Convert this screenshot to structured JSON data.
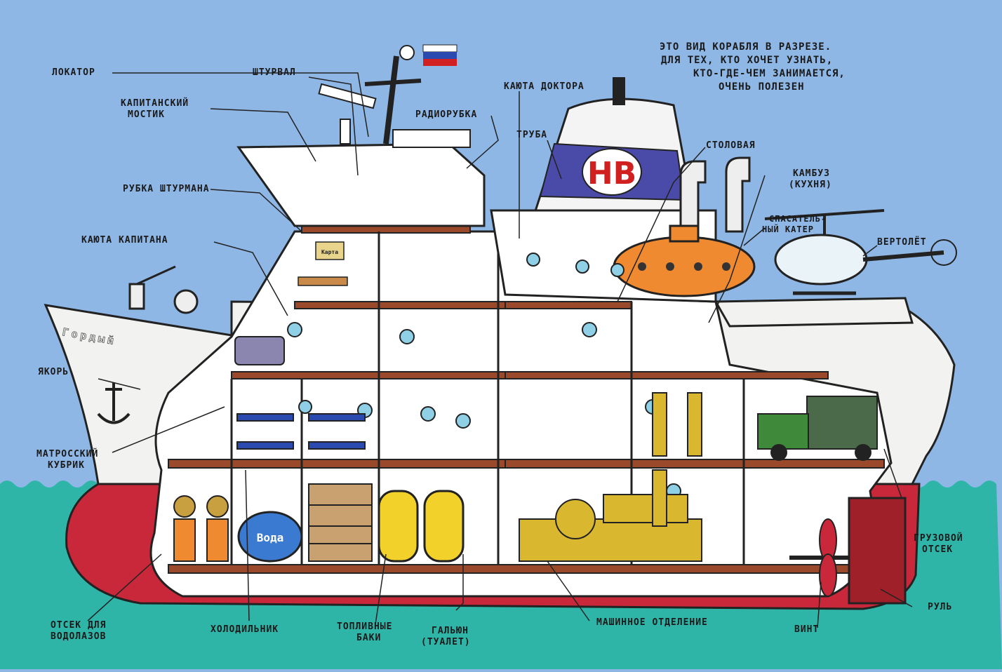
{
  "caption": {
    "line1": "Это вид корабля в разрезе.",
    "line2": "Для тех, кто хочет узнать,",
    "line3": "кто-где-чем занимается,",
    "line4": "очень полезен"
  },
  "ship": {
    "name": "Гордый",
    "funnel_logo": "НВ",
    "water_tank_label": "Вода",
    "chart_sign": "Карта"
  },
  "labels": {
    "locator": "Локатор",
    "wheel": "Штурвал",
    "bridge_1": "Капитанский",
    "bridge_2": "мостик",
    "radio_room": "Радиорубка",
    "navigator_room": "Рубка штурмана",
    "captain_cabin": "Каюта капитана",
    "anchor": "Якорь",
    "crew_quarters_1": "Матросский",
    "crew_quarters_2": "кубрик",
    "doctor_cabin": "Каюта доктора",
    "funnel": "Труба",
    "mess": "Столовая",
    "galley_1": "Камбуз",
    "galley_2": "(кухня)",
    "lifeboat_1": "Спасатель-",
    "lifeboat_2": "ный катер",
    "helicopter": "Вертолёт",
    "cargo_1": "Грузовой",
    "cargo_2": "отсек",
    "rudder": "Руль",
    "propeller": "Винт",
    "engine_room": "Машинное отделение",
    "toilet_1": "Гальюн",
    "toilet_2": "(туалет)",
    "fuel_1": "Топливные",
    "fuel_2": "баки",
    "fridge": "Холодильник",
    "divers_1": "Отсек для",
    "divers_2": "водолазов"
  },
  "colors": {
    "sky": "#8fb7e6",
    "sea": "#2fb5a8",
    "hull_white": "#f2f2f0",
    "hull_red": "#c8283a",
    "deck_floor": "#9a4a2a",
    "funnel_band": "#4a4aa8",
    "lifeboat": "#f08a30",
    "fuel_tank": "#f2d22a",
    "truck": "#3f8a3a"
  }
}
